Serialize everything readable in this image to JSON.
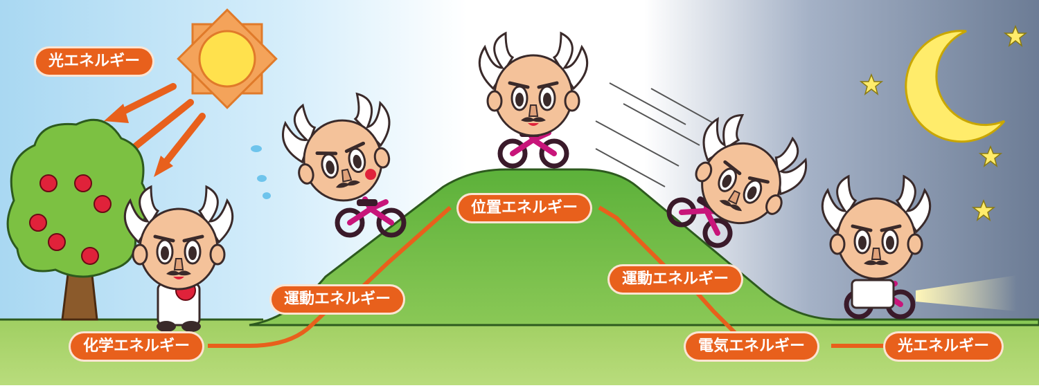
{
  "labels": {
    "light_sun": "光エネルギー",
    "chemical": "化学エネルギー",
    "kinetic_up": "運動エネルギー",
    "potential": "位置エネルギー",
    "kinetic_down": "運動エネルギー",
    "electric": "電気エネルギー",
    "light_lamp": "光エネルギー"
  },
  "colors": {
    "label_orange": "#e8601c",
    "grass_green": "#6fbf3b",
    "ground_light": "#a9d46a",
    "sky_day": "#bfe3f5",
    "sky_night": "#6f7f98",
    "sun_yellow": "#ffe14d",
    "moon_yellow": "#ffec6b"
  },
  "icons": [
    "sun-icon",
    "moon-icon",
    "star-icon",
    "apple-tree-icon",
    "arrow-icon",
    "bicycle-icon",
    "scientist-character-icon",
    "headlight-beam-icon"
  ]
}
